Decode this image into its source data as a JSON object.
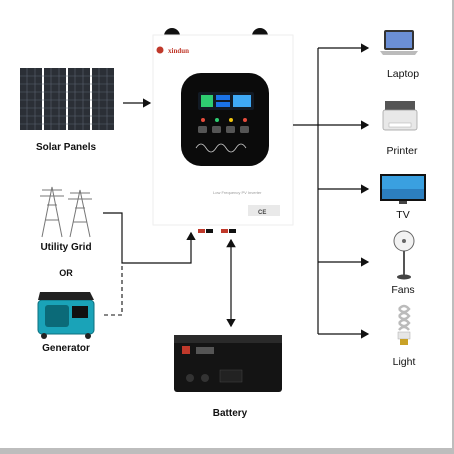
{
  "inverter": {
    "brand": "xindun",
    "label_strip": "Low Frequency PV Inverter",
    "marks": "CE",
    "display_colors": [
      "#2ecc71",
      "#1a73e8",
      "#e74c3c",
      "#f1c40f"
    ]
  },
  "inputs": {
    "solar": "Solar Panels",
    "grid": "Utility Grid",
    "or": "OR",
    "generator": "Generator"
  },
  "battery": "Battery",
  "loads": [
    {
      "label": "Laptop",
      "icon": "laptop-icon"
    },
    {
      "label": "Printer",
      "icon": "printer-icon"
    },
    {
      "label": "TV",
      "icon": "tv-icon"
    },
    {
      "label": "Fans",
      "icon": "fan-icon"
    },
    {
      "label": "Light",
      "icon": "bulb-icon"
    }
  ],
  "colors": {
    "line": "#111111",
    "inverter_body": "#ffffff",
    "inverter_panel": "#0b0b0b",
    "generator": "#1aa3b8"
  }
}
